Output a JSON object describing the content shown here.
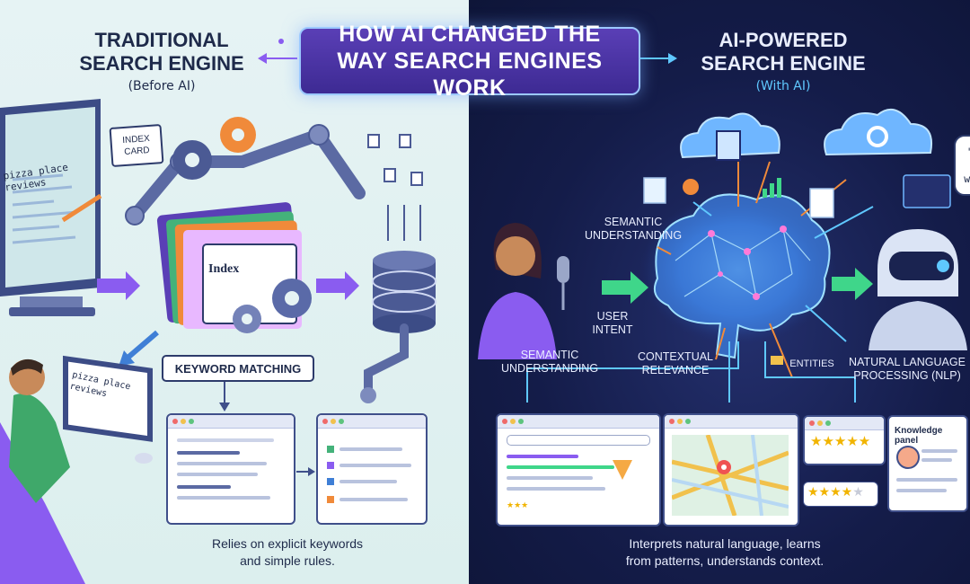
{
  "title": "HOW AI CHANGED THE WAY SEARCH ENGINES WORK",
  "left": {
    "heading_line1": "TRADITIONAL",
    "heading_line2": "SEARCH ENGINE",
    "subheading": "(Before AI)",
    "monitor_text": "pizza place reviews",
    "laptop_text": "pizza place reviews",
    "index_card": "INDEX CARD",
    "folder_label": "Index",
    "keyword_label": "KEYWORD MATCHING",
    "footer_line1": "Relies on explicit keywords",
    "footer_line2": "and simple rules."
  },
  "right": {
    "heading_line1": "AI-POWERED",
    "heading_line2": "SEARCH ENGINE",
    "subheading": "(With AI)",
    "query": "\"find a highly-rated pizza place near me with outdoor seating\"",
    "labels": {
      "semantic_top": "SEMANTIC UNDERSTANDING",
      "user_intent": "USER INTENT",
      "semantic_bottom": "SEMANTIC UNDERSTANDING",
      "contextual": "CONTEXTUAL RELEVANCE",
      "entities": "ENTITIES",
      "nlp": "NATURAL LANGUAGE PROCESSING (NLP)"
    },
    "knowledge_panel": "Knowledge panel",
    "footer_line1": "Interprets natural language, learns",
    "footer_line2": "from patterns, understands context."
  },
  "colors": {
    "left_bg": "#e6f3f4",
    "right_bg": "#141c49",
    "banner": "#4a34a6",
    "accent_purple": "#8a5cf0",
    "accent_orange": "#f08a3a",
    "neon_blue": "#5fc8ff"
  }
}
